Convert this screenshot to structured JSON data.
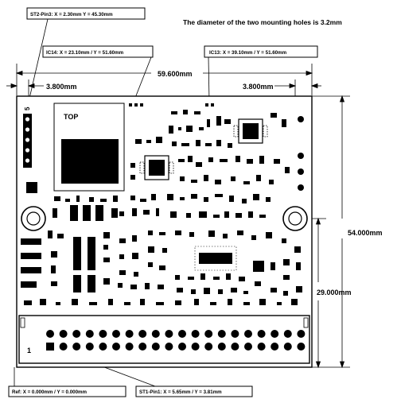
{
  "note": "The diameter of  the two mounting holes is 3.2mm",
  "callouts": {
    "st2": "ST2-Pin3: X = 2.30mm Y = 45.30mm",
    "ic14": "IC14: X = 23.10mm / Y = 51.60mm",
    "ic13": "IC13: X = 39.10mm / Y = 51.60mm",
    "ref": "Ref: X = 0.000mm / Y = 0.000mm",
    "st1": "ST1-Pin1: X = 5.65mm / Y = 3.81mm"
  },
  "dimensions": {
    "width": "59.600mm",
    "left_offset": "3.800mm",
    "right_offset": "3.800mm",
    "height": "54.000mm",
    "hole_height": "29.000mm"
  },
  "board": {
    "top_label": "TOP",
    "pin1_label": "1",
    "pin_label": "5"
  }
}
